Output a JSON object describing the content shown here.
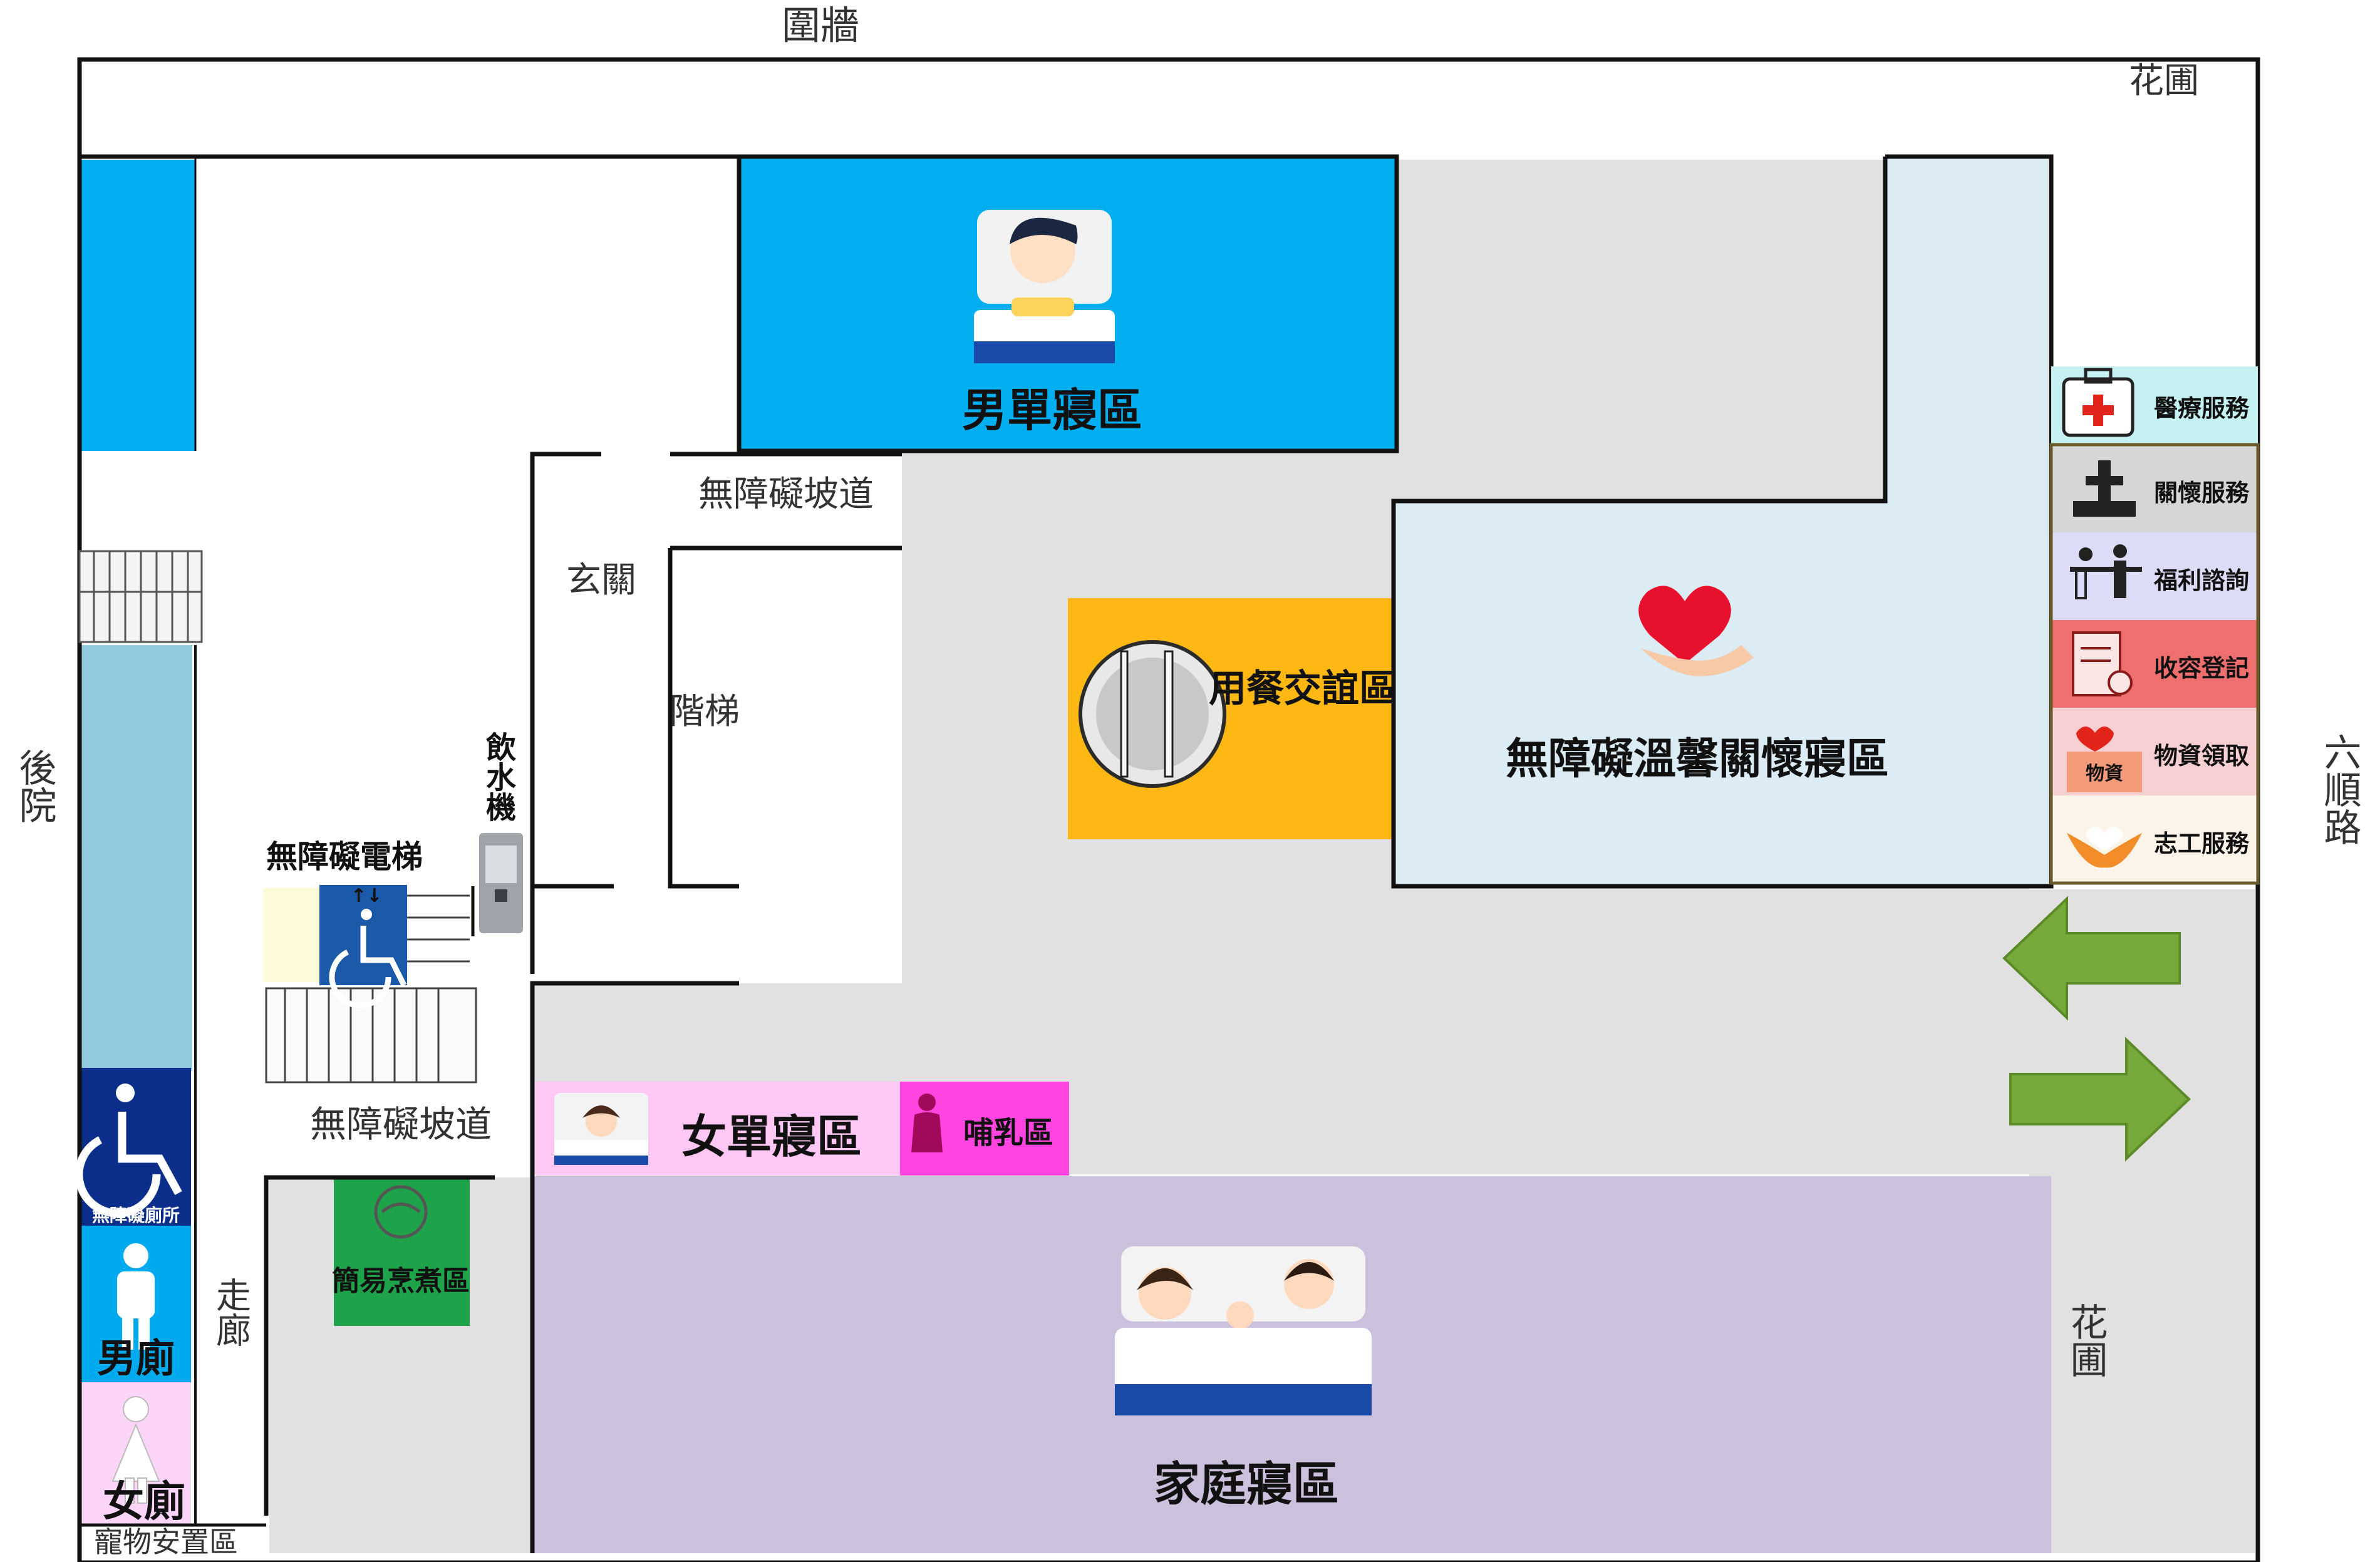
{
  "surroundings": {
    "top_wall": "圍牆",
    "garden_top": "花圃",
    "back_yard": "後院",
    "road": "六順路",
    "garden_right": "花圃",
    "corridor": "走廊"
  },
  "zones": {
    "male_sleeping": "男單寢區",
    "dining": "用餐交誼區",
    "accessible_care_sleeping": "無障礙溫馨關懷寢區",
    "female_sleeping": "女單寢區",
    "nursing": "哺乳區",
    "family_sleeping": "家庭寢區",
    "simple_cooking": "簡易烹煮區",
    "pet_area": "寵物安置區"
  },
  "facilities": {
    "ramp_top": "無障礙坡道",
    "ramp_bottom": "無障礙坡道",
    "entrance_hall": "玄關",
    "steps": "階梯",
    "water_dispenser": "飲水機",
    "accessible_elevator": "無障礙電梯",
    "accessible_toilet": "無障礙廁所",
    "male_toilet": "男廁",
    "female_toilet": "女廁"
  },
  "service_panel": [
    {
      "label": "醫療服務",
      "icon": "medical-kit-icon",
      "color": "#c6f1f3"
    },
    {
      "label": "關懷服務",
      "icon": "care-service-icon",
      "color": "#d6d6d6"
    },
    {
      "label": "福利諮詢",
      "icon": "welfare-consult-icon",
      "color": "#dcdcf6"
    },
    {
      "label": "收容登記",
      "icon": "registration-icon",
      "color": "#ef6f6f"
    },
    {
      "label": "物資領取",
      "icon": "supplies-box-icon",
      "color": "#f6cfd2"
    },
    {
      "label": "志工服務",
      "icon": "volunteer-hands-icon",
      "color": "#fdf4e9"
    }
  ],
  "supply_box_text": "物資",
  "colors": {
    "blue_room": "#01aef0",
    "light_blue": "#dcecf4",
    "corridor_grey": "#e1e1e1",
    "dining": "#fdb813",
    "female_pink": "#ffc7f3",
    "nursing_magenta": "#ff44e0",
    "family_purple": "#ccc1dc",
    "cooking_green": "#1ea24a",
    "arrow_green": "#77a83a",
    "toilet_blue": "#0a2e8a"
  }
}
